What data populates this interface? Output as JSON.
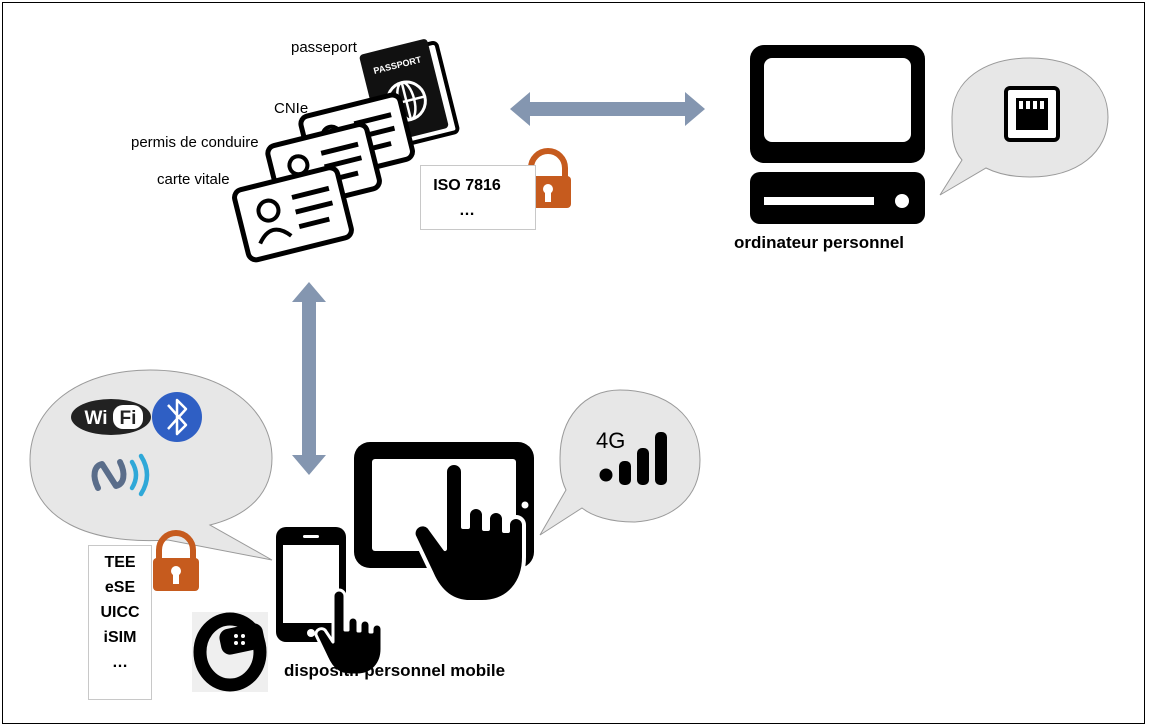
{
  "cards": {
    "passport": "passeport",
    "passport_cover": "PASSPORT",
    "cnie": "CNIe",
    "driving_licence": "permis de conduire",
    "health_card": "carte vitale"
  },
  "card_security": {
    "items": [
      "ISO 7816",
      "…"
    ]
  },
  "computer": {
    "label": "ordinateur personnel"
  },
  "mobile": {
    "label": "dispositif personnel mobile",
    "security_items": [
      "TEE",
      "eSE",
      "UICC",
      "iSIM",
      "…"
    ],
    "wifi_text": "Wi Fi",
    "cellular": "4G"
  },
  "colors": {
    "arrow": "#8496b0",
    "lock": "#c65b1e",
    "bubble": "#e7e7e7",
    "bluetooth": "#2f5fc4",
    "nfc_grey": "#5a6d8a",
    "nfc_blue": "#2fa8d8"
  }
}
